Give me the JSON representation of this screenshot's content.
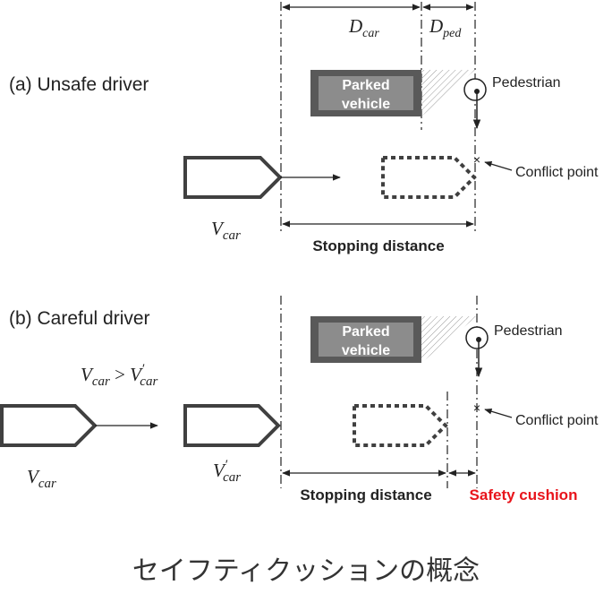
{
  "panel_a": {
    "title": "(a) Unsafe driver",
    "d_car": "D",
    "d_car_sub": "car",
    "d_ped": "D",
    "d_ped_sub": "ped",
    "parked_line1": "Parked",
    "parked_line2": "vehicle",
    "pedestrian": "Pedestrian",
    "conflict_point": "Conflict point",
    "v_car": "V",
    "v_car_sub": "car",
    "stopping_distance": "Stopping distance"
  },
  "panel_b": {
    "title": "(b) Careful driver",
    "inequality_v": "V",
    "inequality_sub": "car",
    "inequality_op": " > ",
    "inequality_v2": "V",
    "inequality_prime": "′",
    "inequality_sub2": "car",
    "parked_line1": "Parked",
    "parked_line2": "vehicle",
    "pedestrian": "Pedestrian",
    "conflict_point": "Conflict point",
    "v_car": "V",
    "v_car_sub": "car",
    "v_car_prime": "V",
    "v_car_prime_mark": "′",
    "v_car_prime_sub": "car",
    "stopping_distance": "Stopping distance",
    "safety_cushion": "Safety cushion"
  },
  "colors": {
    "vehicle_outline": "#404040",
    "parked_fill": "#8c8c8c",
    "parked_border": "#595959",
    "safety_cushion": "#e8141b"
  },
  "caption": "セイフティクッションの概念"
}
